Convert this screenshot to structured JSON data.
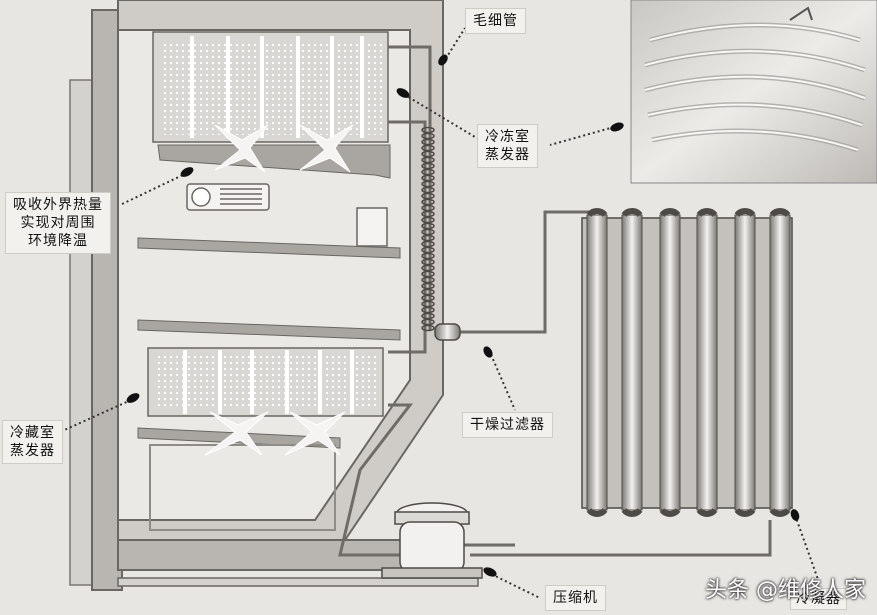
{
  "labels": {
    "capillary": "毛细管",
    "freezer_evaporator": "冷冻室\n蒸发器",
    "heat_absorb": "吸收外界热量\n实现对周围\n环境降温",
    "fridge_evaporator": "冷藏室\n蒸发器",
    "dryer_filter": "干燥过滤器",
    "compressor": "压缩机",
    "condenser": "冷凝器"
  },
  "watermark": "头条 @维修人家",
  "colors": {
    "background": "#e8e6e3",
    "cabinet": "#b9b6b2",
    "cabinet_dark": "#8f8c88",
    "coil_light": "#f5f4f2",
    "pipe": "#6f6b67",
    "photo": "#d9d7d3"
  }
}
